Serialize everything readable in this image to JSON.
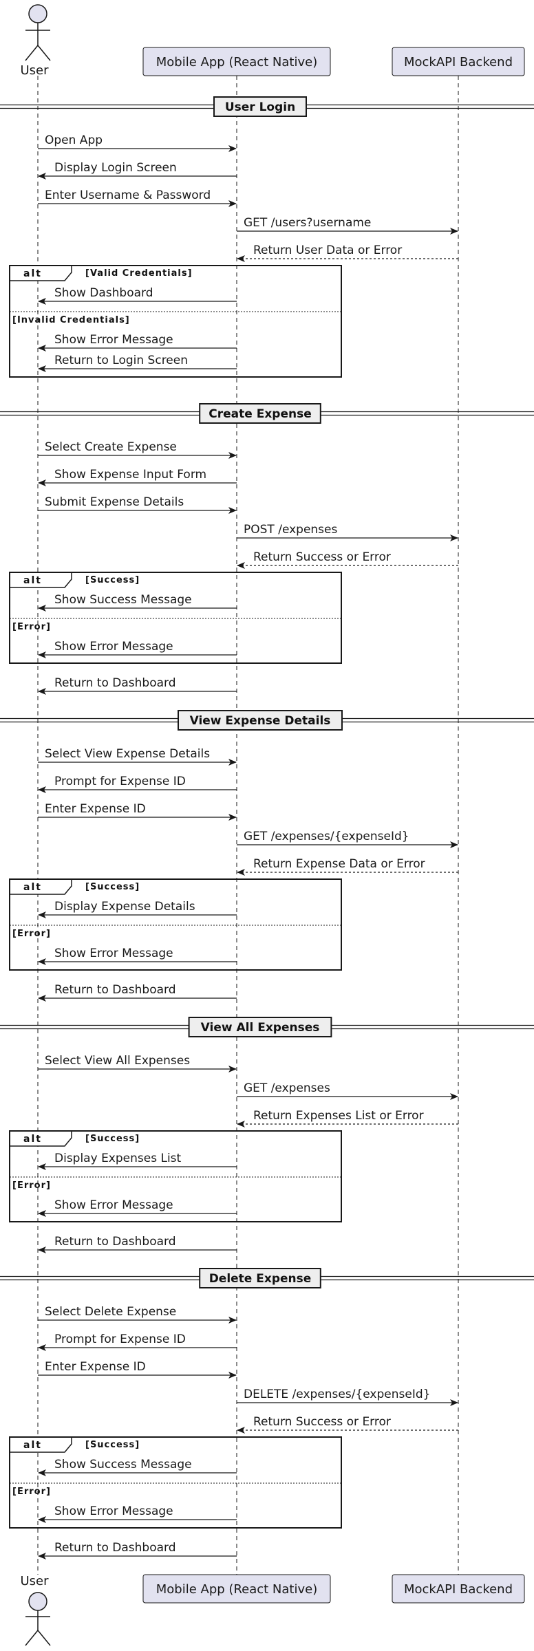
{
  "participants": {
    "user": "User",
    "app": "Mobile App (React Native)",
    "backend": "MockAPI Backend"
  },
  "colors": {
    "participant_fill": "#e2e2f0",
    "participant_stroke": "#181818",
    "divider_fill": "#eeeeee",
    "line": "#181818"
  },
  "sections": [
    {
      "title": "User Login",
      "steps": [
        {
          "type": "msg",
          "from": "user",
          "to": "app",
          "text": "Open App"
        },
        {
          "type": "msg",
          "from": "app",
          "to": "user",
          "text": "Display Login Screen"
        },
        {
          "type": "msg",
          "from": "user",
          "to": "app",
          "text": "Enter Username & Password"
        },
        {
          "type": "msg",
          "from": "app",
          "to": "backend",
          "text": "GET /users?username"
        },
        {
          "type": "msg",
          "from": "backend",
          "to": "app",
          "text": "Return User Data or Error",
          "dashed": true
        },
        {
          "type": "alt",
          "branches": [
            {
              "guard": "[Valid Credentials]",
              "msgs": [
                {
                  "from": "app",
                  "to": "user",
                  "text": "Show Dashboard"
                }
              ]
            },
            {
              "guard": "[Invalid Credentials]",
              "msgs": [
                {
                  "from": "app",
                  "to": "user",
                  "text": "Show Error Message"
                },
                {
                  "from": "app",
                  "to": "user",
                  "text": "Return to Login Screen"
                }
              ]
            }
          ]
        }
      ]
    },
    {
      "title": "Create Expense",
      "steps": [
        {
          "type": "msg",
          "from": "user",
          "to": "app",
          "text": "Select Create Expense"
        },
        {
          "type": "msg",
          "from": "app",
          "to": "user",
          "text": "Show Expense Input Form"
        },
        {
          "type": "msg",
          "from": "user",
          "to": "app",
          "text": "Submit Expense Details"
        },
        {
          "type": "msg",
          "from": "app",
          "to": "backend",
          "text": "POST /expenses"
        },
        {
          "type": "msg",
          "from": "backend",
          "to": "app",
          "text": "Return Success or Error",
          "dashed": true
        },
        {
          "type": "alt",
          "branches": [
            {
              "guard": "[Success]",
              "msgs": [
                {
                  "from": "app",
                  "to": "user",
                  "text": "Show Success Message"
                }
              ]
            },
            {
              "guard": "[Error]",
              "msgs": [
                {
                  "from": "app",
                  "to": "user",
                  "text": "Show Error Message"
                }
              ]
            }
          ]
        },
        {
          "type": "msg",
          "from": "app",
          "to": "user",
          "text": "Return to Dashboard"
        }
      ]
    },
    {
      "title": "View Expense Details",
      "steps": [
        {
          "type": "msg",
          "from": "user",
          "to": "app",
          "text": "Select View Expense Details"
        },
        {
          "type": "msg",
          "from": "app",
          "to": "user",
          "text": "Prompt for Expense ID"
        },
        {
          "type": "msg",
          "from": "user",
          "to": "app",
          "text": "Enter Expense ID"
        },
        {
          "type": "msg",
          "from": "app",
          "to": "backend",
          "text": "GET /expenses/{expenseId}"
        },
        {
          "type": "msg",
          "from": "backend",
          "to": "app",
          "text": "Return Expense Data or Error",
          "dashed": true
        },
        {
          "type": "alt",
          "branches": [
            {
              "guard": "[Success]",
              "msgs": [
                {
                  "from": "app",
                  "to": "user",
                  "text": "Display Expense Details"
                }
              ]
            },
            {
              "guard": "[Error]",
              "msgs": [
                {
                  "from": "app",
                  "to": "user",
                  "text": "Show Error Message"
                }
              ]
            }
          ]
        },
        {
          "type": "msg",
          "from": "app",
          "to": "user",
          "text": "Return to Dashboard"
        }
      ]
    },
    {
      "title": "View All Expenses",
      "steps": [
        {
          "type": "msg",
          "from": "user",
          "to": "app",
          "text": "Select View All Expenses"
        },
        {
          "type": "msg",
          "from": "app",
          "to": "backend",
          "text": "GET /expenses"
        },
        {
          "type": "msg",
          "from": "backend",
          "to": "app",
          "text": "Return Expenses List or Error",
          "dashed": true
        },
        {
          "type": "alt",
          "branches": [
            {
              "guard": "[Success]",
              "msgs": [
                {
                  "from": "app",
                  "to": "user",
                  "text": "Display Expenses List"
                }
              ]
            },
            {
              "guard": "[Error]",
              "msgs": [
                {
                  "from": "app",
                  "to": "user",
                  "text": "Show Error Message"
                }
              ]
            }
          ]
        },
        {
          "type": "msg",
          "from": "app",
          "to": "user",
          "text": "Return to Dashboard"
        }
      ]
    },
    {
      "title": "Delete Expense",
      "steps": [
        {
          "type": "msg",
          "from": "user",
          "to": "app",
          "text": "Select Delete Expense"
        },
        {
          "type": "msg",
          "from": "app",
          "to": "user",
          "text": "Prompt for Expense ID"
        },
        {
          "type": "msg",
          "from": "user",
          "to": "app",
          "text": "Enter Expense ID"
        },
        {
          "type": "msg",
          "from": "app",
          "to": "backend",
          "text": "DELETE /expenses/{expenseId}"
        },
        {
          "type": "msg",
          "from": "backend",
          "to": "app",
          "text": "Return Success or Error",
          "dashed": true
        },
        {
          "type": "alt",
          "branches": [
            {
              "guard": "[Success]",
              "msgs": [
                {
                  "from": "app",
                  "to": "user",
                  "text": "Show Success Message"
                }
              ]
            },
            {
              "guard": "[Error]",
              "msgs": [
                {
                  "from": "app",
                  "to": "user",
                  "text": "Show Error Message"
                }
              ]
            }
          ]
        },
        {
          "type": "msg",
          "from": "app",
          "to": "user",
          "text": "Return to Dashboard"
        }
      ]
    }
  ]
}
